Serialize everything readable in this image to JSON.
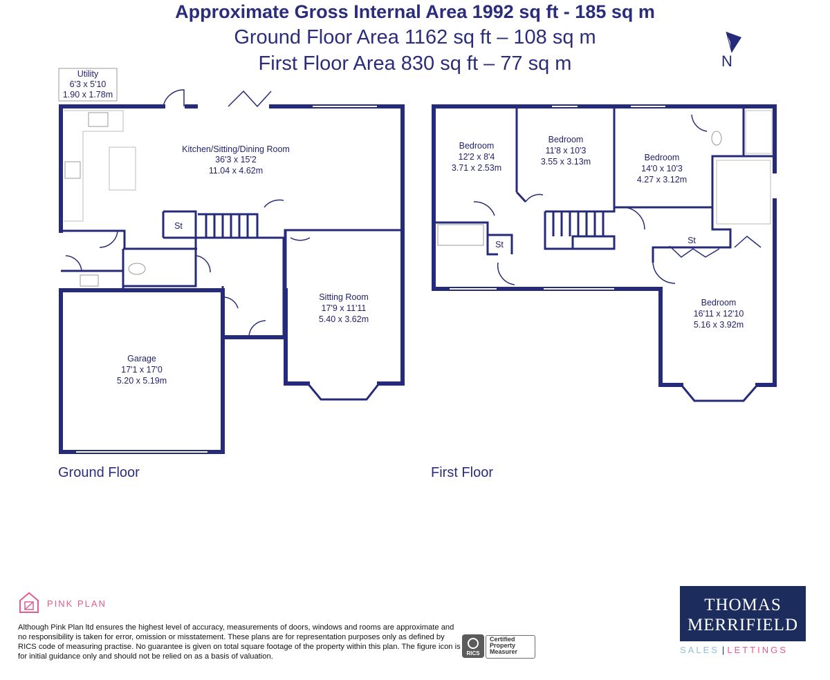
{
  "header": {
    "title": "Approximate Gross Internal Area 1992 sq ft - 185 sq m",
    "ground_area": "Ground Floor Area 1162 sq ft – 108 sq m",
    "first_area": "First Floor Area 830 sq ft – 77 sq m"
  },
  "compass": {
    "label": "N"
  },
  "ground_floor": {
    "label": "Ground Floor",
    "rooms": {
      "utility": {
        "name": "Utility",
        "imperial": "6'3 x 5'10",
        "metric": "1.90 x 1.78m"
      },
      "kitchen": {
        "name": "Kitchen/Sitting/Dining Room",
        "imperial": "36'3 x 15'2",
        "metric": "11.04 x 4.62m"
      },
      "sitting": {
        "name": "Sitting Room",
        "imperial": "17'9 x 11'11",
        "metric": "5.40 x 3.62m"
      },
      "garage": {
        "name": "Garage",
        "imperial": "17'1 x 17'0",
        "metric": "5.20 x 5.19m"
      },
      "store": {
        "name": "St"
      }
    }
  },
  "first_floor": {
    "label": "First Floor",
    "rooms": {
      "bed1": {
        "name": "Bedroom",
        "imperial": "12'2 x 8'4",
        "metric": "3.71 x 2.53m"
      },
      "bed2": {
        "name": "Bedroom",
        "imperial": "11'8 x 10'3",
        "metric": "3.55 x 3.13m"
      },
      "bed3": {
        "name": "Bedroom",
        "imperial": "14'0 x 10'3",
        "metric": "4.27 x 3.12m"
      },
      "bed4": {
        "name": "Bedroom",
        "imperial": "16'11 x 12'10",
        "metric": "5.16 x 3.92m"
      },
      "store1": {
        "name": "St"
      },
      "store2": {
        "name": "St"
      }
    }
  },
  "footer": {
    "brand": "PINK PLAN",
    "disclaimer": "Although Pink Plan ltd ensures the highest level of accuracy, measurements of doors, windows and rooms are approximate and no responsibility is taken for error, omission or misstatement. These plans are for representation purposes only as defined by RICS code of measuring practise. No guarantee is given on total square footage of the property within this plan. The figure icon is for initial guidance only and should not be relied on as a basis of valuation.",
    "rics": {
      "name": "RICS",
      "line1": "Certified",
      "line2": "Property",
      "line3": "Measurer"
    },
    "agent": {
      "line1": "THOMAS",
      "line2": "MERRIFIELD",
      "sales": "SALES",
      "lettings": "LETTINGS"
    }
  },
  "colors": {
    "wall": "#262a7a",
    "text": "#2b2d7c",
    "pink": "#e35a8c",
    "agent_bg": "#1c2c5c",
    "agent_sales": "#8ec0d8"
  }
}
